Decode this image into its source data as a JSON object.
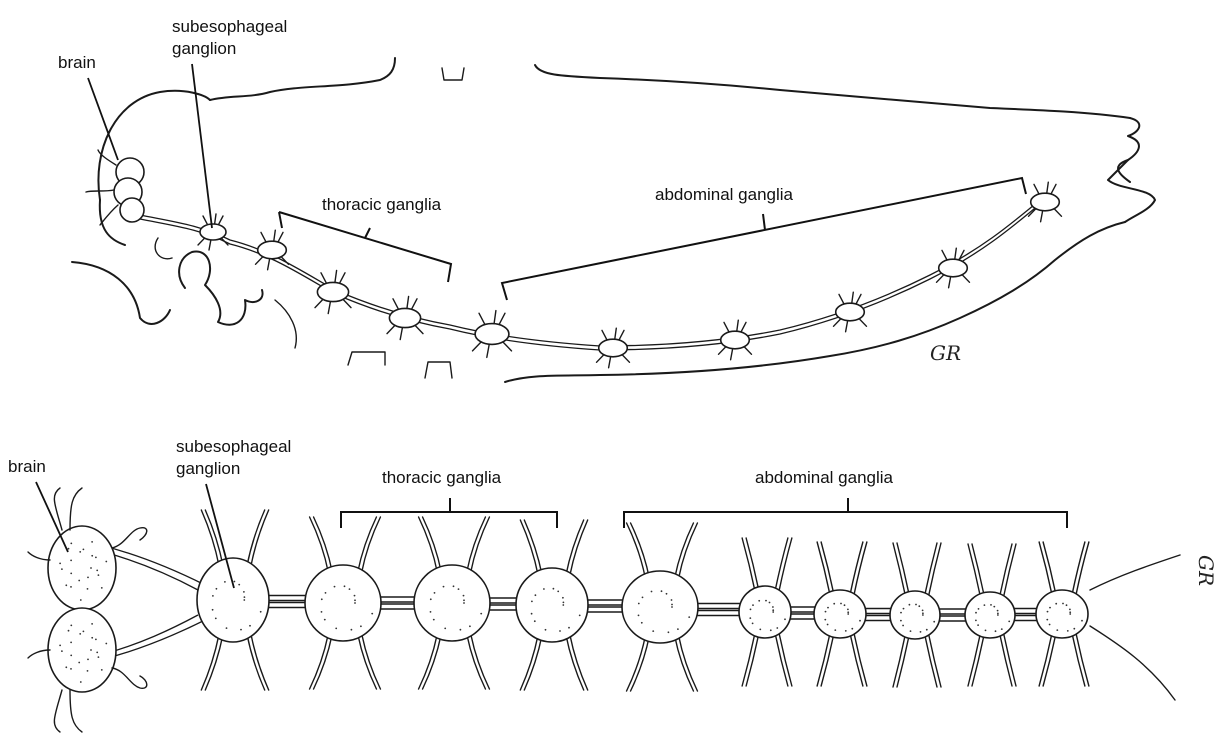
{
  "top_panel": {
    "labels": {
      "brain": "brain",
      "subesophageal_line1": "subesophageal",
      "subesophageal_line2": "ganglion",
      "thoracic": "thoracic ganglia",
      "abdominal": "abdominal ganglia"
    },
    "signature": "GR",
    "thoracic_ganglia_count": 3,
    "abdominal_ganglia_count": 6
  },
  "bottom_panel": {
    "labels": {
      "brain": "brain",
      "subesophageal_line1": "subesophageal",
      "subesophageal_line2": "ganglion",
      "thoracic": "thoracic ganglia",
      "abdominal": "abdominal ganglia"
    },
    "signature": "GR",
    "thoracic_ganglia_count": 3,
    "abdominal_ganglia_count": 6
  }
}
